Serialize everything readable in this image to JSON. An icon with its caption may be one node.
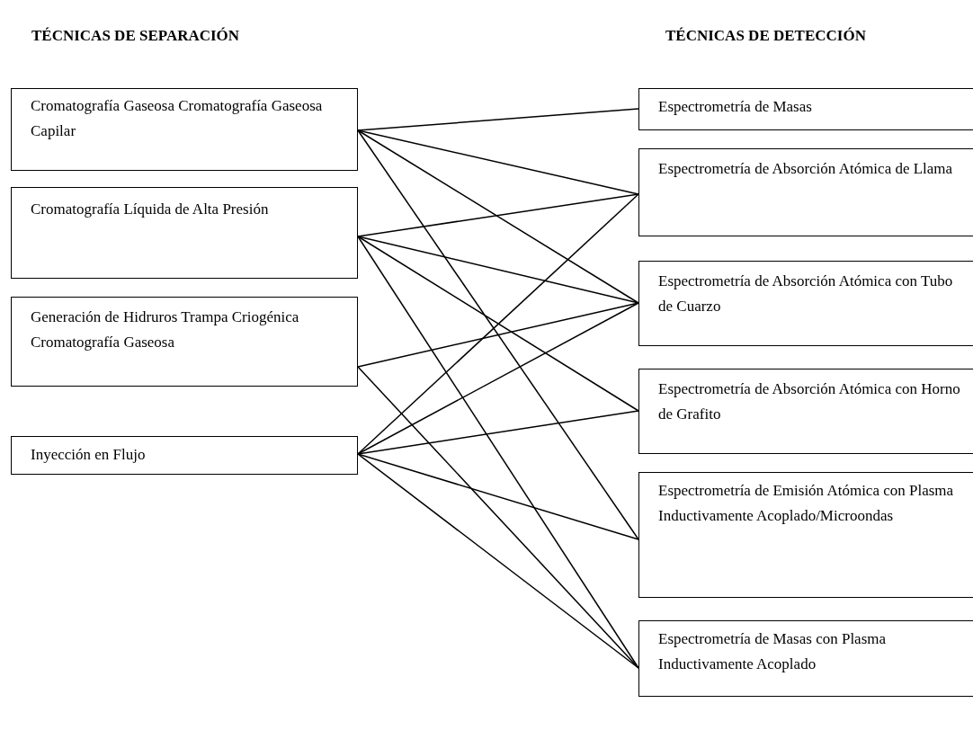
{
  "diagram": {
    "nodes": [
      {
        "text": [
          "Cromatografía Gaseosa Cromatografía Gaseosa Capilar"
        ]
      },
      {
        "text": [
          "Cromatografía Líquida de Alta Presión"
        ]
      },
      {
        "text": [
          "Generación de Hidruros Trampa Criogénica Cromatografía Gaseosa"
        ]
      },
      {
        "text": [
          "Inyección en Flujo"
        ]
      },
      {
        "text": [
          "Espectrometría de Masas"
        ]
      },
      {
        "text": [
          "Espectrometría de Absorción Atómica de Llama"
        ]
      },
      {
        "text": [
          "Espectrometría de Absorción Atómica con Tubo de Cuarzo"
        ]
      },
      {
        "text": [
          "Espectrometría de Absorción Atómica con Horno de Grafito"
        ]
      },
      {
        "text": [
          "Espectrometría de Emisión Atómica con Plasma Inductivamente Acoplado/Microondas"
        ]
      },
      {
        "text": [
          "Espectrometría de Masas con Plasma Inductivamente Acoplado"
        ]
      }
    ],
    "edges": [
      {
        "from": 0,
        "to": 4,
        "arrow": "none"
      },
      {
        "from": 0,
        "to": 5,
        "arrow": "none"
      },
      {
        "from": 0,
        "to": 6,
        "arrow": "none"
      },
      {
        "from": 0,
        "to": 8,
        "arrow": "none"
      },
      {
        "from": 1,
        "to": 5,
        "arrow": "none"
      },
      {
        "from": 1,
        "to": 6,
        "arrow": "none"
      },
      {
        "from": 1,
        "to": 7,
        "arrow": "none"
      },
      {
        "from": 1,
        "to": 9,
        "arrow": "none"
      },
      {
        "from": 2,
        "to": 6,
        "arrow": "none"
      },
      {
        "from": 2,
        "to": 9,
        "arrow": "none"
      },
      {
        "from": 3,
        "to": 5,
        "arrow": "none"
      },
      {
        "from": 3,
        "to": 6,
        "arrow": "none"
      },
      {
        "from": 3,
        "to": 7,
        "arrow": "none"
      },
      {
        "from": 3,
        "to": 8,
        "arrow": "none"
      },
      {
        "from": 3,
        "to": 9,
        "arrow": "none"
      }
    ],
    "labels": [
      "TÉCNICAS DE SEPARACIÓN",
      "TÉCNICAS DE DETECCIÓN"
    ]
  }
}
